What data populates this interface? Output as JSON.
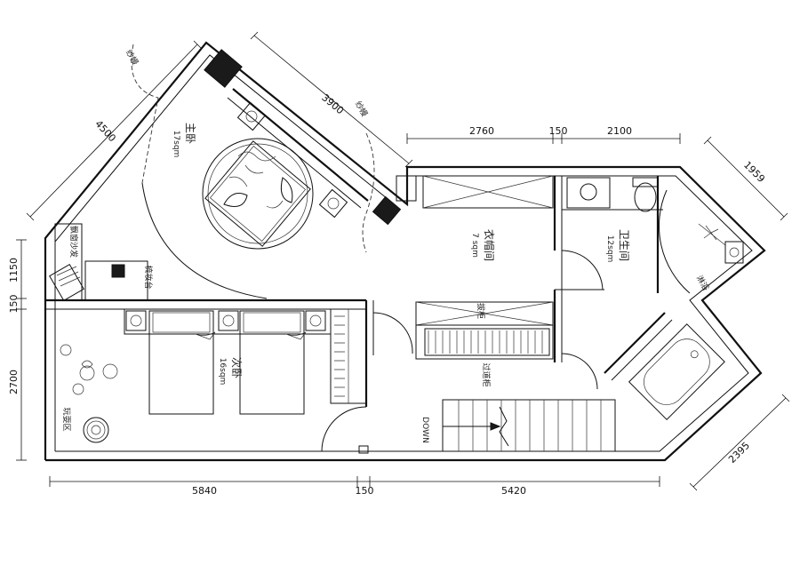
{
  "dimensions": {
    "master_diag": "4500",
    "master_top": "3900",
    "top_closet": "2760",
    "top_gap": "150",
    "top_bath": "2100",
    "right_diag": "1959",
    "left_top": "1150",
    "left_gap": "150",
    "left_bottom": "2700",
    "bottom_left": "5840",
    "bottom_gap": "150",
    "bottom_right": "5420",
    "bottom_diag": "2395"
  },
  "rooms": {
    "master_bedroom": {
      "name": "主卧",
      "area": "17sqm"
    },
    "closet": {
      "name": "衣帽间",
      "area": "7 sqm"
    },
    "bathroom": {
      "name": "卫生间",
      "area": "12sqm"
    },
    "second_bedroom": {
      "name": "次卧",
      "area": "16sqm"
    }
  },
  "labels": {
    "curtain_1": "纱幔",
    "curtain_2": "纱幔",
    "bay_sofa": "飘窗沙发",
    "dresser": "梳妆台",
    "drop_cabinet": "拔柜",
    "pass_cabinet": "过道柜",
    "play_area": "玩耍区",
    "stairs": "DOWN",
    "shower": "淋浴"
  }
}
